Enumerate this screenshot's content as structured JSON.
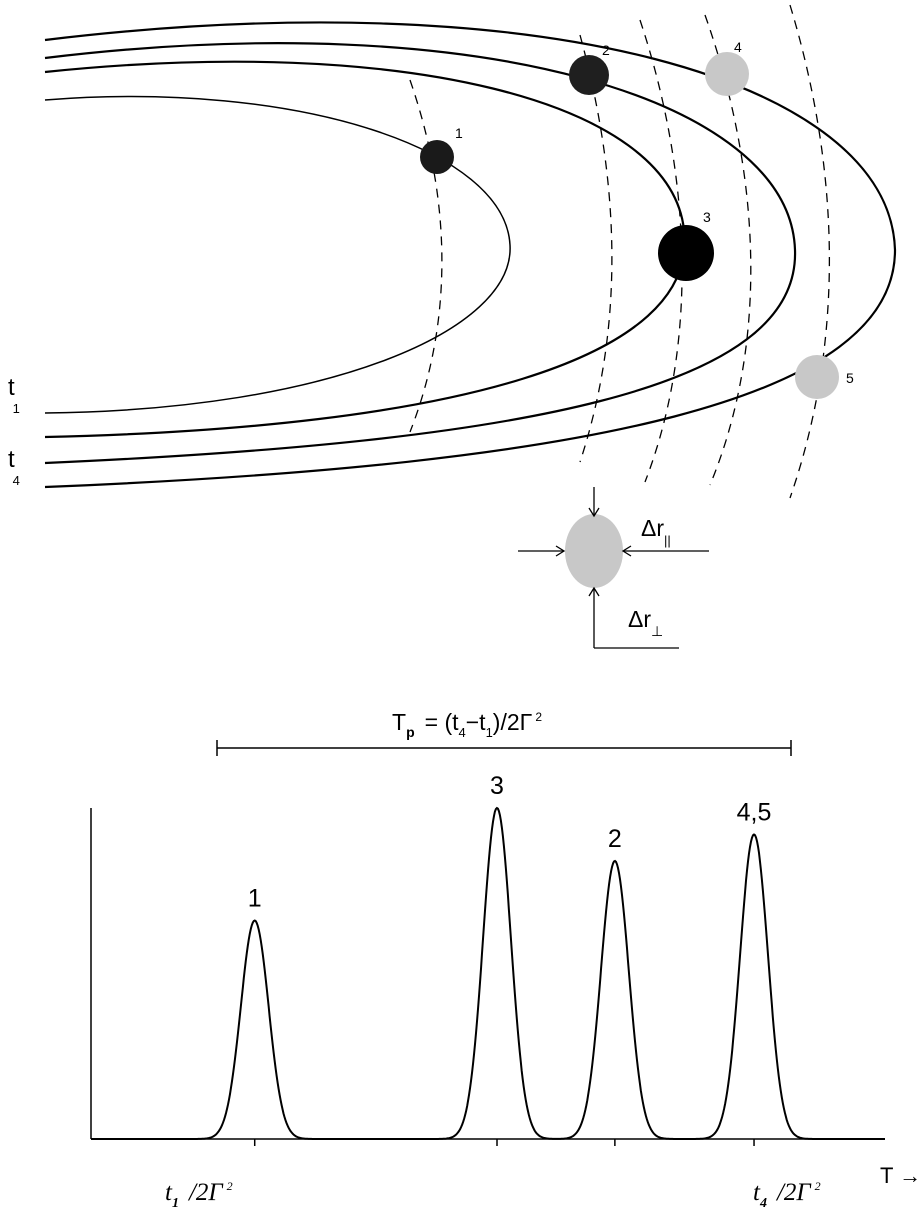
{
  "shells": {
    "time_labels": [
      {
        "main": "t",
        "sub": "1"
      },
      {
        "main": "t",
        "sub": "4"
      }
    ]
  },
  "blobs": [
    {
      "id": "1",
      "label": "1",
      "tone": "dark"
    },
    {
      "id": "2",
      "label": "2",
      "tone": "dark"
    },
    {
      "id": "3",
      "label": "3",
      "tone": "black"
    },
    {
      "id": "4",
      "label": "4",
      "tone": "light"
    },
    {
      "id": "5",
      "label": "5",
      "tone": "light"
    }
  ],
  "inset": {
    "delta_parallel": "Δr",
    "delta_parallel_sub": "||",
    "delta_perp": "Δr",
    "delta_perp_sub": "⊥"
  },
  "duration": {
    "label_main": "T",
    "label_sub": "p",
    "label_rest": "= (t",
    "label_sub4": "4",
    "label_mid": "−t",
    "label_sub1": "1",
    "label_end": ")/2Γ",
    "label_sup": "2"
  },
  "chart_data": {
    "type": "line",
    "title": "",
    "xlabel": "T →",
    "ylabel": "",
    "pulses": [
      {
        "label": "1",
        "center": 1.0,
        "peak": 0.66
      },
      {
        "label": "3",
        "center": 2.48,
        "peak": 1.0
      },
      {
        "label": "2",
        "center": 3.2,
        "peak": 0.84
      },
      {
        "label": "4,5",
        "center": 4.05,
        "peak": 0.92
      }
    ],
    "tick_labels": [
      {
        "main": "t",
        "sub": "1",
        "rest": "/2Γ",
        "sup": "2"
      },
      {
        "main": "t",
        "sub": "4",
        "rest": "/2Γ",
        "sup": "2"
      }
    ]
  }
}
